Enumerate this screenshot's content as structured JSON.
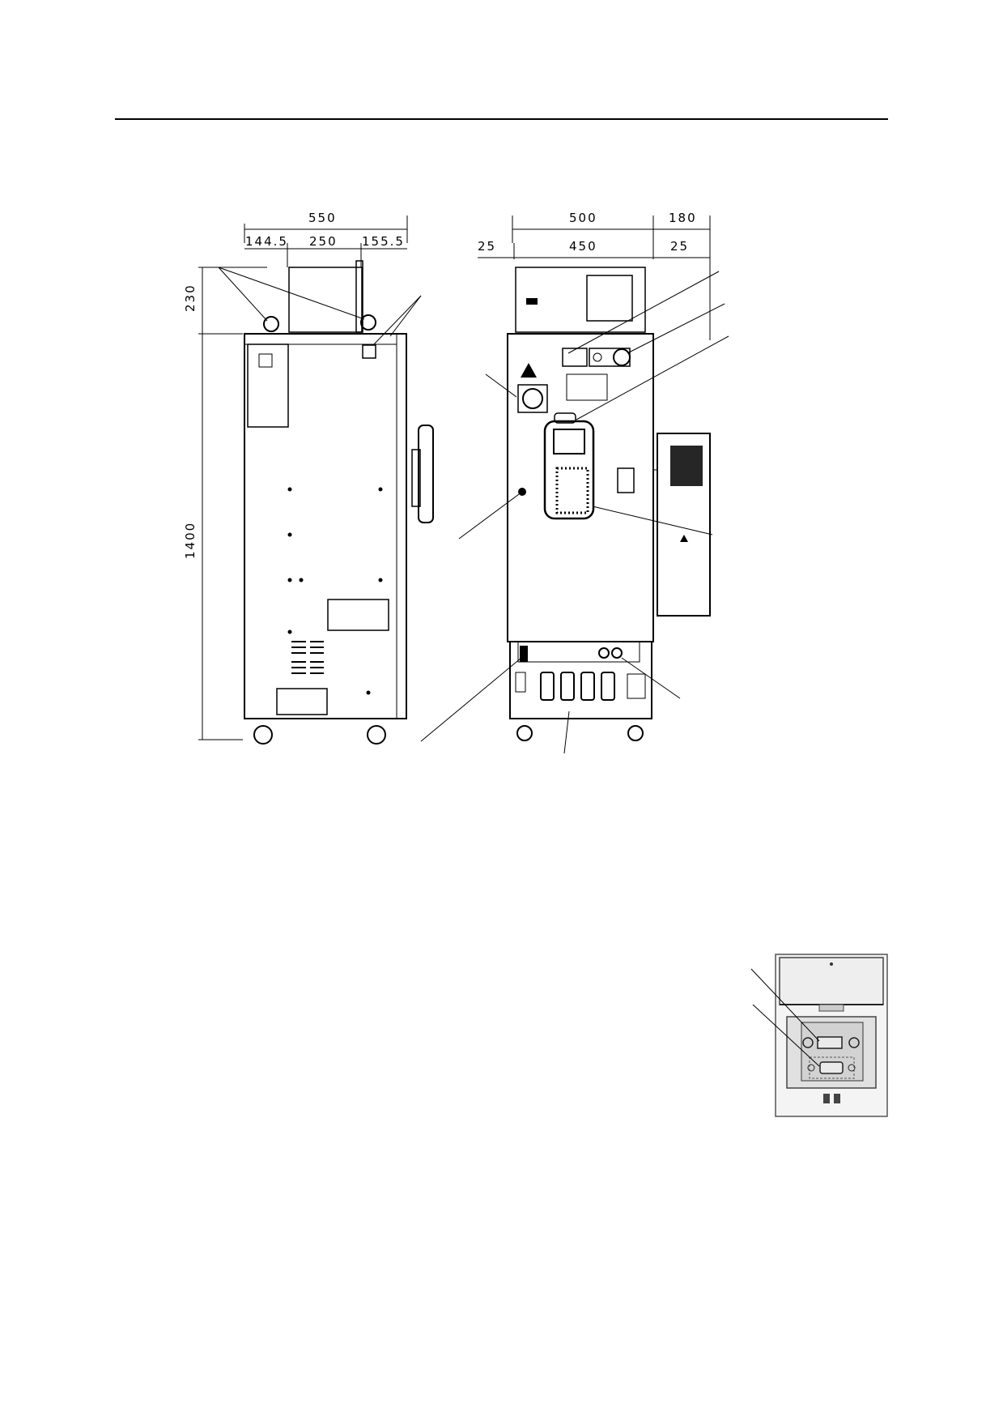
{
  "dimensions": {
    "side_view": {
      "overall_width": "550",
      "left_offset": "144.5",
      "center_width": "250",
      "right_offset": "155.5",
      "top_height": "230",
      "body_height": "1400"
    },
    "front_view": {
      "overall_width": "500",
      "side_panel_width": "180",
      "left_margin": "25",
      "inner_width": "450",
      "right_margin": "25"
    }
  }
}
